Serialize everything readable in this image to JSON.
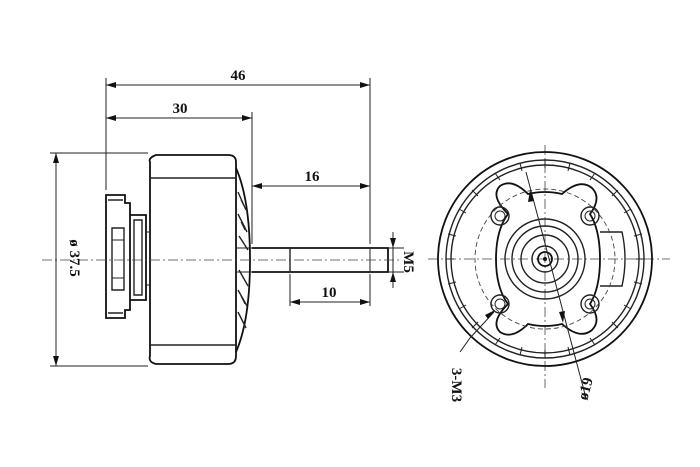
{
  "drawing": {
    "background": "#ffffff",
    "line_color": "#111111"
  },
  "side_view": {
    "dim_overall_length": "46",
    "dim_body_length": "30",
    "dim_shaft_length": "16",
    "dim_shaft_thread_length": "10",
    "dim_shaft_thread": "M5",
    "dim_body_diameter": "ø 37.5"
  },
  "end_view": {
    "dim_mount_holes": "3-M3",
    "dim_bolt_circle": "ø19"
  }
}
